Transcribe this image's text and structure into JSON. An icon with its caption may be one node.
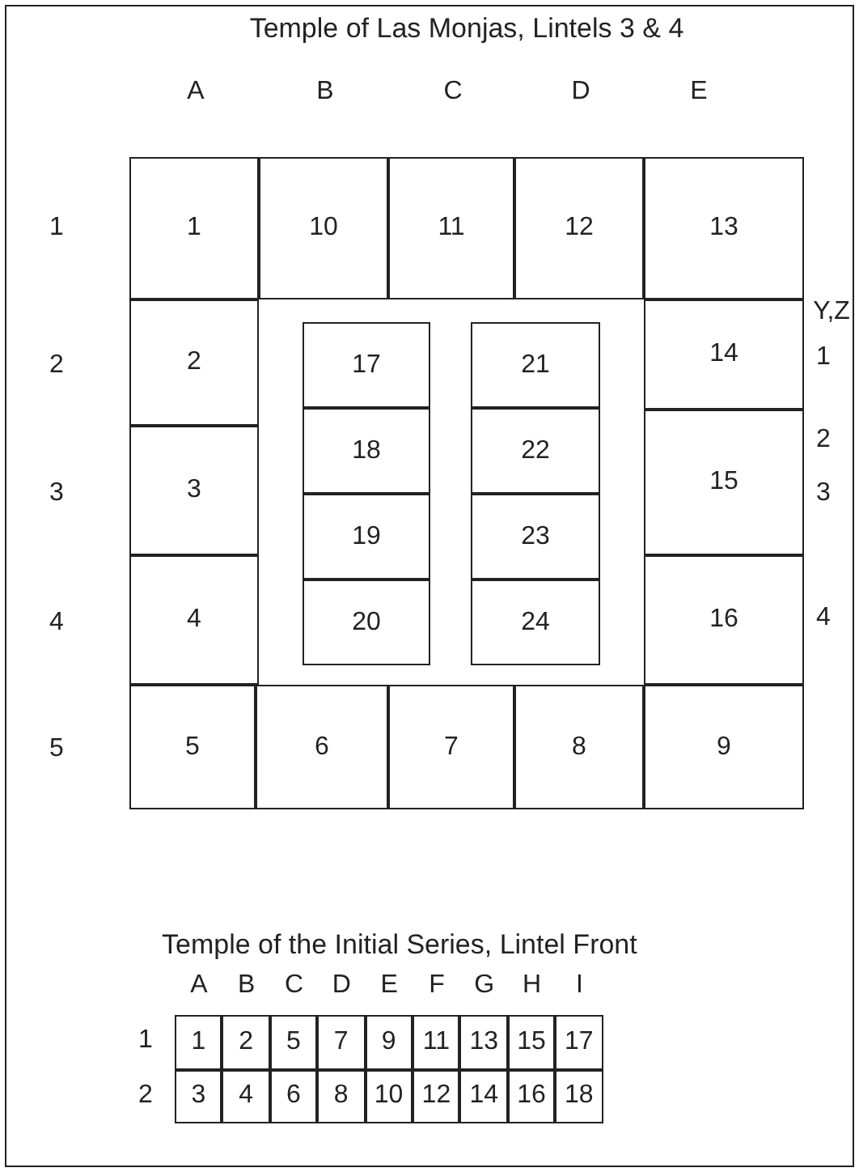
{
  "diagram": {
    "nodes": [
      {
        "text": [
          "Temple of Las Monjas, Lintels 3 & 4"
        ]
      },
      {
        "text": [
          "1"
        ],
        "in": 0
      },
      {
        "text": [
          "10"
        ],
        "in": 0
      },
      {
        "text": [
          "11"
        ],
        "in": 0
      },
      {
        "text": [
          "12"
        ],
        "in": 0
      },
      {
        "text": [
          "13"
        ],
        "in": 0
      },
      {
        "text": [
          "2"
        ],
        "in": 0
      },
      {
        "text": [
          "17"
        ],
        "in": 0
      },
      {
        "text": [
          "21"
        ],
        "in": 0
      },
      {
        "text": [
          "14"
        ],
        "in": 0
      },
      {
        "text": [
          "18"
        ],
        "in": 0
      },
      {
        "text": [
          "22"
        ],
        "in": 0
      },
      {
        "text": [
          "3"
        ],
        "in": 0
      },
      {
        "text": [
          "15"
        ],
        "in": 0
      },
      {
        "text": [
          "19"
        ],
        "in": 0
      },
      {
        "text": [
          "23"
        ],
        "in": 0
      },
      {
        "text": [
          "4"
        ],
        "in": 0
      },
      {
        "text": [
          "16"
        ],
        "in": 0
      },
      {
        "text": [
          "20"
        ],
        "in": 0
      },
      {
        "text": [
          "24"
        ],
        "in": 0
      },
      {
        "text": [
          "5"
        ],
        "in": 0
      },
      {
        "text": [
          "6"
        ],
        "in": 0
      },
      {
        "text": [
          "7"
        ],
        "in": 0
      },
      {
        "text": [
          "8"
        ],
        "in": 0
      },
      {
        "text": [
          "9"
        ],
        "in": 0
      },
      {
        "text": [
          "Temple of the Initial Series, Lintel Front"
        ]
      },
      {
        "text": [
          "1"
        ],
        "in": 25
      },
      {
        "text": [
          "2"
        ],
        "in": 25
      },
      {
        "text": [
          "5"
        ],
        "in": 25
      },
      {
        "text": [
          "7"
        ],
        "in": 25
      },
      {
        "text": [
          "9"
        ],
        "in": 25
      },
      {
        "text": [
          "11"
        ],
        "in": 25
      },
      {
        "text": [
          "13"
        ],
        "in": 25
      },
      {
        "text": [
          "15"
        ],
        "in": 25
      },
      {
        "text": [
          "17"
        ],
        "in": 25
      },
      {
        "text": [
          "3"
        ],
        "in": 25
      },
      {
        "text": [
          "4"
        ],
        "in": 25
      },
      {
        "text": [
          "6"
        ],
        "in": 25
      },
      {
        "text": [
          "8"
        ],
        "in": 25
      },
      {
        "text": [
          "10"
        ],
        "in": 25
      },
      {
        "text": [
          "12"
        ],
        "in": 25
      },
      {
        "text": [
          "14"
        ],
        "in": 25
      },
      {
        "text": [
          "16"
        ],
        "in": 25
      },
      {
        "text": [
          "18"
        ],
        "in": 25
      }
    ],
    "labels": [
      "A",
      "B",
      "C",
      "D",
      "E",
      "1",
      "2",
      "3",
      "4",
      "5",
      "Y,Z",
      "1",
      "2",
      "3",
      "4",
      "A",
      "B",
      "C",
      "D",
      "E",
      "F",
      "G",
      "H",
      "I",
      "1",
      "2"
    ]
  }
}
